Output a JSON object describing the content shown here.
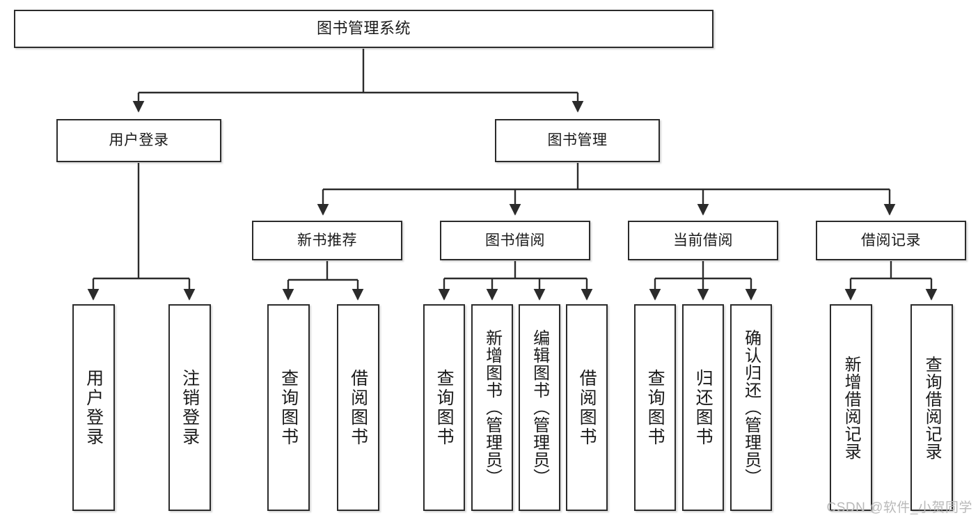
{
  "diagram": {
    "title": "图书管理系统",
    "type": "tree-hierarchy-diagram",
    "colors": {
      "box_border": "#2b2b2b",
      "box_fill": "#ffffff",
      "edge": "#2b2b2b",
      "text": "#1a1a1a",
      "watermark": "#b9b9b9"
    },
    "nodes": {
      "root": {
        "label": "图书管理系统"
      },
      "level1": [
        {
          "id": "user-login",
          "label": "用户登录"
        },
        {
          "id": "book-manage",
          "label": "图书管理"
        }
      ],
      "level2": [
        {
          "id": "new-book-rec",
          "label": "新书推荐"
        },
        {
          "id": "book-borrow",
          "label": "图书借阅"
        },
        {
          "id": "current-borrow",
          "label": "当前借阅"
        },
        {
          "id": "borrow-record",
          "label": "借阅记录"
        }
      ],
      "leaves": {
        "user_login": [
          {
            "id": "leaf-user-login",
            "label": "用户登录"
          },
          {
            "id": "leaf-logout-login",
            "label": "注销登录"
          }
        ],
        "new_book_rec": [
          {
            "id": "leaf-query-book-1",
            "label": "查询图书"
          },
          {
            "id": "leaf-borrow-book-1",
            "label": "借阅图书"
          }
        ],
        "book_borrow": [
          {
            "id": "leaf-query-book-2",
            "label": "查询图书"
          },
          {
            "id": "leaf-add-book",
            "label": "新增图书（管理员）"
          },
          {
            "id": "leaf-edit-book",
            "label": "编辑图书（管理员）"
          },
          {
            "id": "leaf-borrow-book-2",
            "label": "借阅图书"
          }
        ],
        "current_borrow": [
          {
            "id": "leaf-query-book-3",
            "label": "查询图书"
          },
          {
            "id": "leaf-return-book",
            "label": "归还图书"
          },
          {
            "id": "leaf-confirm-return",
            "label": "确认归还（管理员）"
          }
        ],
        "borrow_record": [
          {
            "id": "leaf-add-record",
            "label": "新增借阅记录"
          },
          {
            "id": "leaf-query-record",
            "label": "查询借阅记录"
          }
        ]
      }
    },
    "watermark": "CSDN @软件_小贺同学"
  }
}
